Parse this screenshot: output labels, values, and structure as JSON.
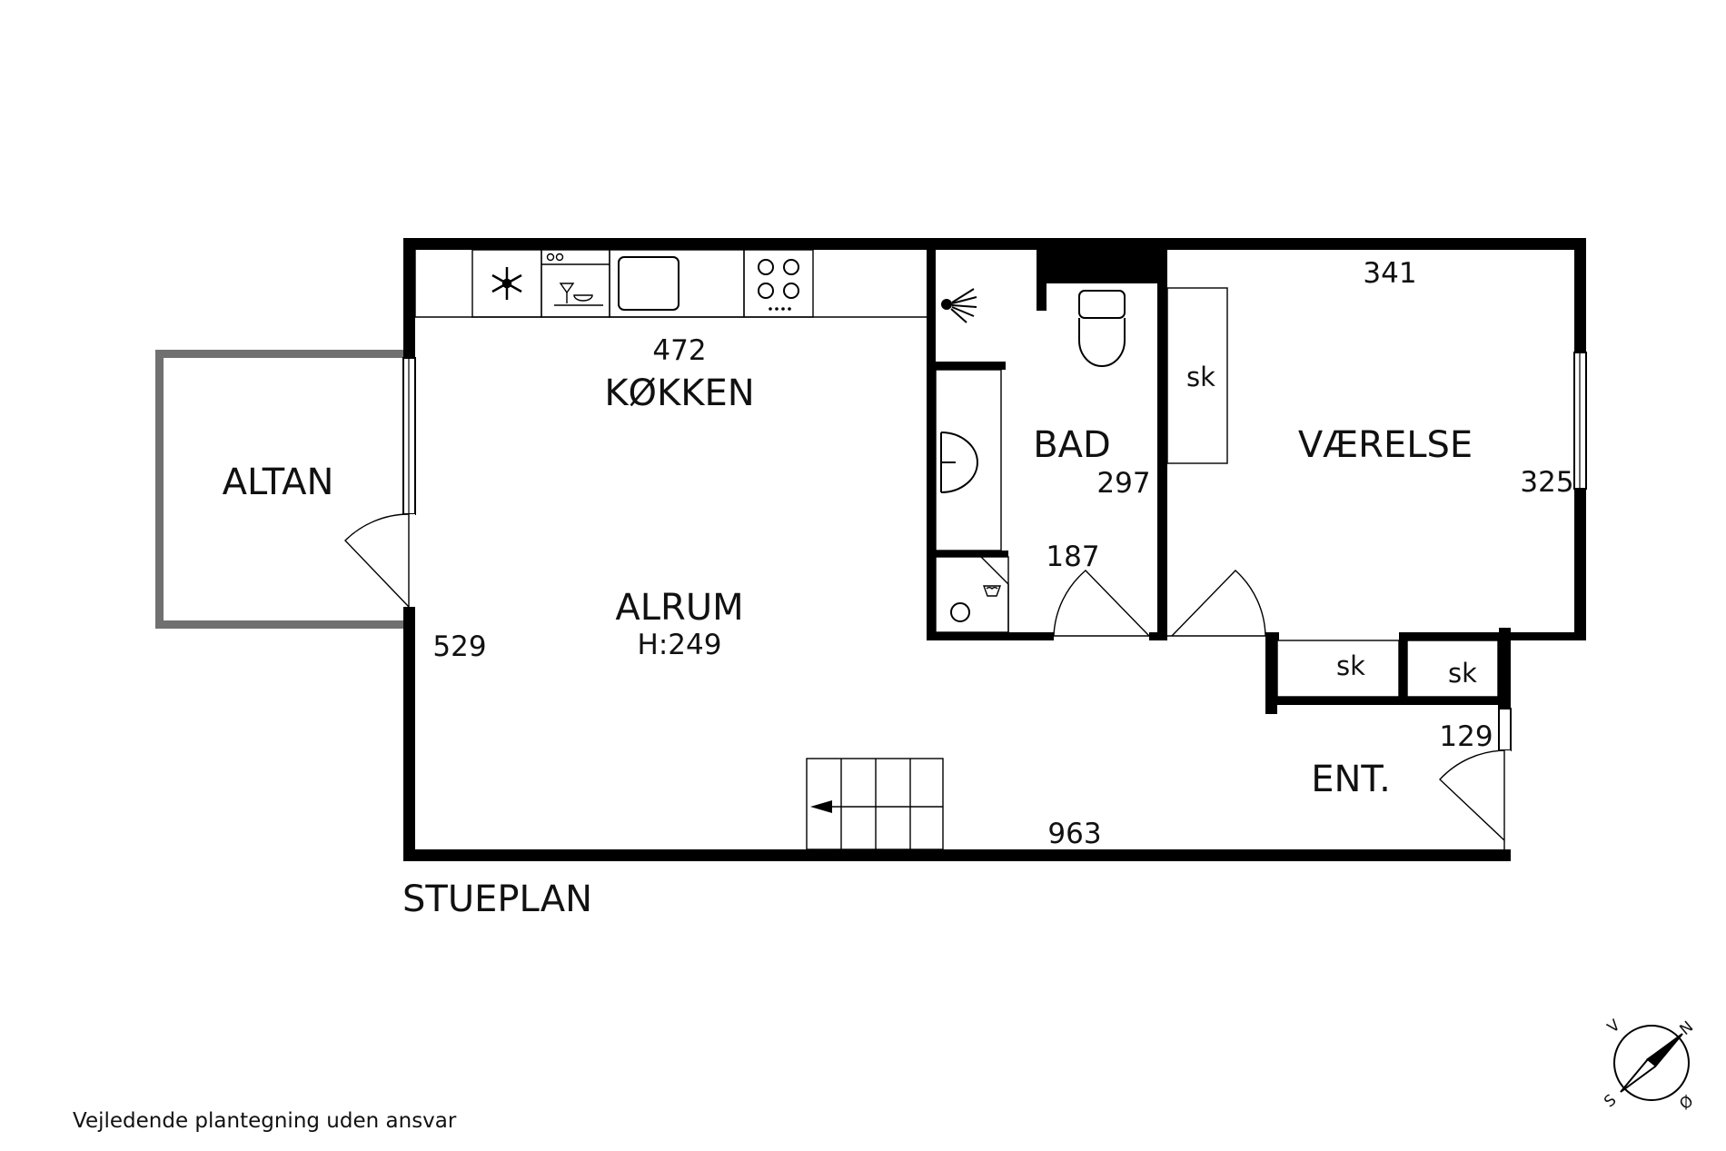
{
  "floor_name": "STUEPLAN",
  "disclaimer": "Vejledende plantegning uden ansvar",
  "rooms": {
    "altan": "ALTAN",
    "kokken": "KØKKEN",
    "alrum": "ALRUM",
    "alrum_height": "H:249",
    "bad": "BAD",
    "vaerelse": "VÆRELSE",
    "ent": "ENT."
  },
  "closets": {
    "vaerelse": "sk",
    "hall_1": "sk",
    "hall_2": "sk"
  },
  "dimensions": {
    "kokken_width": "472",
    "alrum_depth": "529",
    "total_width": "963",
    "bad_depth": "297",
    "bad_width": "187",
    "vaerelse_width": "341",
    "vaerelse_depth": "325",
    "ent_width": "129"
  },
  "compass": {
    "n": "N",
    "v": "V",
    "s": "S",
    "o": "Ø"
  },
  "icons": {
    "fridge": "snowflake-icon",
    "dishwasher": "dishwasher-icon",
    "sink": "kitchen-sink-icon",
    "stove": "stove-icon",
    "shower": "shower-icon",
    "toilet": "toilet-icon",
    "washbasin": "washbasin-icon",
    "washer": "washing-machine-icon",
    "stairs": "stairs-icon",
    "compass": "compass-icon"
  },
  "colors": {
    "wall": "#000000",
    "balcony": "#707070",
    "background": "#ffffff"
  }
}
